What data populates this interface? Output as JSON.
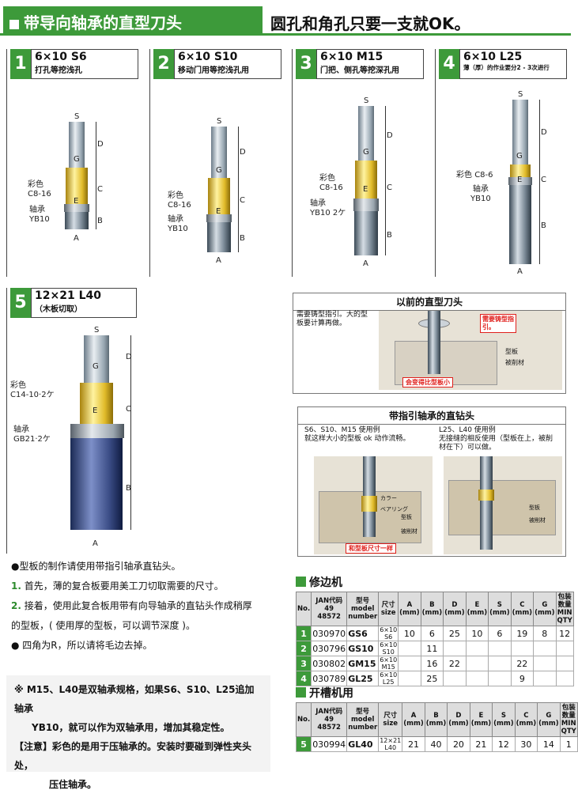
{
  "header": {
    "title": "带导向轴承的直型刀头",
    "subtitle": "圆孔和角孔只要一支就OK。"
  },
  "panels": [
    {
      "num": "1",
      "size": "6×10 S6",
      "desc": "打孔等挖浅孔",
      "color_label": "彩色",
      "color_spec": "C8-16",
      "bearing_label": "轴承",
      "bearing_spec": "YB10"
    },
    {
      "num": "2",
      "size": "6×10 S10",
      "desc": "移动门用等挖浅孔用",
      "color_label": "彩色",
      "color_spec": "C8-16",
      "bearing_label": "轴承",
      "bearing_spec": "YB10"
    },
    {
      "num": "3",
      "size": "6×10 M15",
      "desc": "门把、侧孔等挖深孔用",
      "color_label": "彩色",
      "color_spec": "C8-16",
      "bearing_label": "轴承",
      "bearing_spec": "YB10 2ケ"
    },
    {
      "num": "4",
      "size": "6×10 L25",
      "desc": "薄（厚）的作业要分2 - 3次进行",
      "color_label": "彩色",
      "color_spec": "C8-6",
      "bearing_label": "轴承",
      "bearing_spec": "YB10"
    },
    {
      "num": "5",
      "size": "12×21 L40",
      "desc": "（木板切取）",
      "color_label": "彩色",
      "color_spec": "C14-10·2ケ",
      "bearing_label": "轴承",
      "bearing_spec": "GB21·2ケ"
    }
  ],
  "dims": {
    "S": "S",
    "G": "G",
    "E": "E",
    "D": "D",
    "C": "C",
    "B": "B",
    "A": "A"
  },
  "notes": {
    "n1": "●型板的制作请使用带指引轴承直钻头。",
    "n2_num": "1.",
    "n2": "首先，薄的复合板要用美工刀切取需要的尺寸。",
    "n3_num": "2.",
    "n3a": "接着，使用此复合板用带有向导轴承的直钻头作成稍厚",
    "n3b": "的型板，( 使用厚的型板，可以调节深度 )。",
    "n4": "● 四角为R，所以请将毛边去掉。"
  },
  "footnote": {
    "line1": "※ M15、L40是双轴承规格，如果S6、S10、L25追加轴承",
    "line2": "YB10，就可以作为双轴承用，增加其稳定性。",
    "line3": "【注意】彩色的是用于压轴承的。安装时要碰到弹性夹头处，",
    "line4": "压住轴承。"
  },
  "box1": {
    "title": "以前的直型刀头",
    "text1": "需要铸型指引。大的型",
    "text2": "板要计算再做。",
    "callout1": "需要铸型指",
    "callout2": "引。",
    "tag1": "型板",
    "tag2": "被削材",
    "bottom": "会变得比型板小"
  },
  "box2": {
    "title": "带指引轴承的直钻头",
    "left1": "S6、S10、M15 使用例",
    "left2": "就这样大小的型板 ok 动作流畅。",
    "right1": "L25、L40 使用例",
    "right2": "无接缝的相反使用（型板在上，被削",
    "right3": "材在下）可以做。",
    "tag_color": "カラー",
    "tag_bearing": "ベアリング",
    "tag1": "型板",
    "tag2": "被削材",
    "bottom": "和型板尺寸一样"
  },
  "table1": {
    "title": "修边机",
    "headers": [
      "No.",
      "JAN代码 49 48572",
      "型号 model number",
      "尺寸 size",
      "A (mm)",
      "B (mm)",
      "D (mm)",
      "E (mm)",
      "S (mm)",
      "C (mm)",
      "G (mm)",
      "包装数量 MIN QTY"
    ],
    "rows": [
      {
        "no": "1",
        "jan": "030970",
        "model": "GS6",
        "size": "6×10 S6",
        "A": "10",
        "B": "6",
        "D": "25",
        "E": "10",
        "S": "6",
        "C": "19",
        "G": "8",
        "qty": "12"
      },
      {
        "no": "2",
        "jan": "030796",
        "model": "GS10",
        "size": "6×10 S10",
        "A": "",
        "B": "11",
        "D": "",
        "E": "",
        "S": "",
        "C": "",
        "G": "",
        "qty": ""
      },
      {
        "no": "3",
        "jan": "030802",
        "model": "GM15",
        "size": "6×10 M15",
        "A": "",
        "B": "16",
        "D": "22",
        "E": "",
        "S": "",
        "C": "22",
        "G": "",
        "qty": ""
      },
      {
        "no": "4",
        "jan": "030789",
        "model": "GL25",
        "size": "6×10 L25",
        "A": "",
        "B": "25",
        "D": "",
        "E": "",
        "S": "",
        "C": "9",
        "G": "",
        "qty": ""
      }
    ]
  },
  "table2": {
    "title": "开槽机用",
    "headers": [
      "No.",
      "JAN代码 49 48572",
      "型号 model number",
      "尺寸 size",
      "A (mm)",
      "B (mm)",
      "D (mm)",
      "E (mm)",
      "S (mm)",
      "C (mm)",
      "G (mm)",
      "包装数量 MIN QTY"
    ],
    "rows": [
      {
        "no": "5",
        "jan": "030994",
        "model": "GL40",
        "size": "12×21 L40",
        "A": "21",
        "B": "40",
        "D": "20",
        "E": "21",
        "S": "12",
        "C": "30",
        "G": "14",
        "qty": "1"
      }
    ]
  },
  "colors": {
    "green": "#3d9a3a",
    "yellow": "#e8c440",
    "navy": "#1b2a55",
    "red": "#e0201c"
  }
}
